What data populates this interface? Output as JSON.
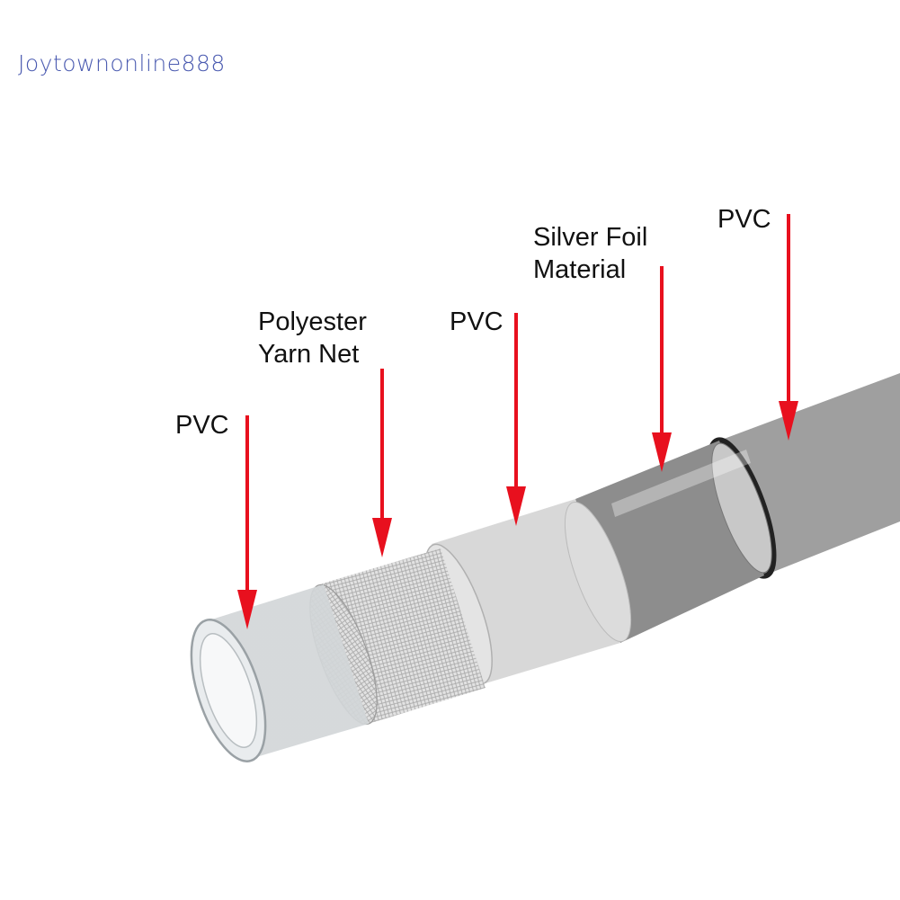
{
  "watermark": "Joytownonline888",
  "layers": [
    {
      "label_lines": [
        "PVC"
      ]
    },
    {
      "label_lines": [
        "Polyester",
        "Yarn Net"
      ]
    },
    {
      "label_lines": [
        "PVC"
      ]
    },
    {
      "label_lines": [
        "Silver Foil",
        "Material"
      ]
    },
    {
      "label_lines": [
        "PVC"
      ]
    }
  ],
  "colors": {
    "arrow": "#e8101e",
    "watermark": "#4a5ab0",
    "label_text": "#111111"
  }
}
